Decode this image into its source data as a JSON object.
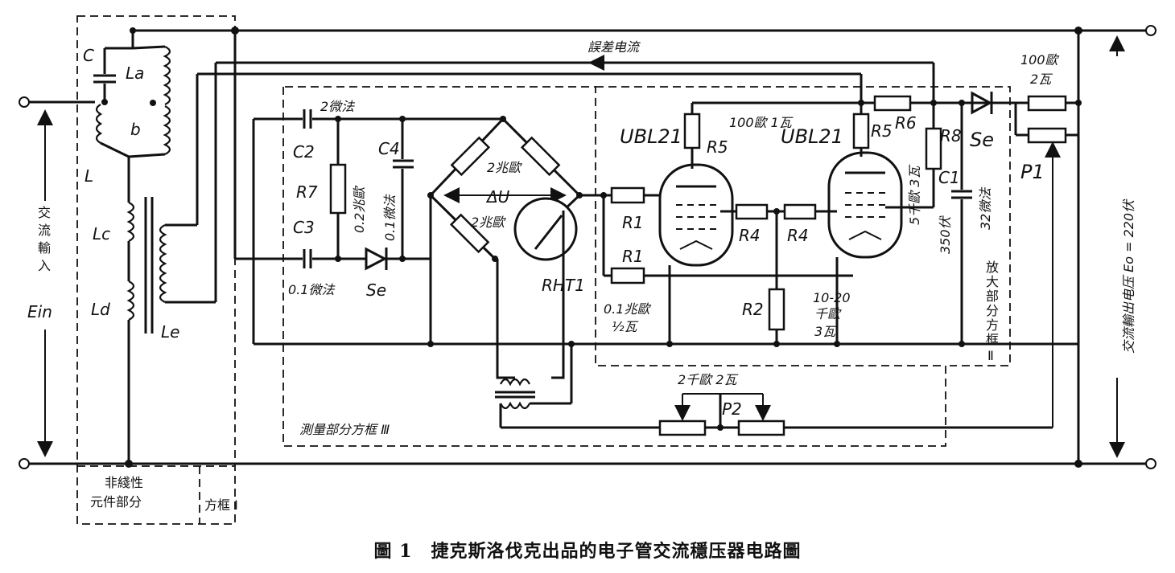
{
  "caption": "圖 1　捷克斯洛伐克出品的电子管交流穩压器电路圖",
  "blocks": {
    "nonlinear_line1": "非綫性",
    "nonlinear_line2": "元件部分",
    "frame_one": "方框 I",
    "measurement": "測量部分方框 Ⅲ",
    "amplifier_chars": [
      "放",
      "大",
      "部",
      "分",
      "方",
      "框"
    ],
    "amplifier_numeral": "Ⅱ"
  },
  "signals": {
    "error_current": "誤差电流",
    "input_chars": [
      "交",
      "流",
      "輸",
      "入"
    ],
    "input_symbol": "Ein",
    "output": "交流輸出电压 Eo = 220伏"
  },
  "components": {
    "C": "C",
    "La": "La",
    "b": "b",
    "L": "L",
    "Lc": "Lc",
    "Ld": "Ld",
    "Le": "Le",
    "C2": "C2",
    "C3": "C3",
    "C4": "C4",
    "R7": "R7",
    "c2_value": "2微法",
    "r7_value": "0.2兆歐",
    "c4_value": "0.1微法",
    "c3_value": "0.1微法",
    "Se": "Se",
    "bridge_res_top": "2兆歐",
    "bridge_res_bottom": "2兆歐",
    "delta_u": "ΔU",
    "RHT1": "RHT1",
    "R1": "R1",
    "r1_value": "0.1兆歐",
    "r1_watt": "½瓦",
    "UBL21_a": "UBL21",
    "UBL21_b": "UBL21",
    "R5": "R5",
    "r5_value": "100歐 1瓦",
    "R4": "R4",
    "R2": "R2",
    "r2_value": "10-20",
    "r2_unit": "千歐",
    "r2_watt": "3瓦",
    "R6": "R6",
    "R8": "R8",
    "r8_value": "5千歐 3瓦",
    "C1": "C1",
    "c1_voltage": "350伏",
    "c1_value": "32微法",
    "Se2": "Se",
    "P1": "P1",
    "p1_value": "100歐",
    "p1_watt": "2瓦",
    "P2": "P2",
    "p2_value": "2千歐 2瓦"
  }
}
